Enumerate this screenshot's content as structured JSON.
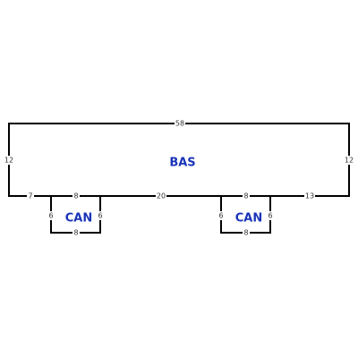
{
  "rooms": {
    "main": {
      "label": "BAS"
    },
    "left_alcove": {
      "label": "CAN"
    },
    "right_alcove": {
      "label": "CAN"
    }
  },
  "dimensions": {
    "top": "58",
    "left_side": "12",
    "right_side": "12",
    "bottom_left_end": "7",
    "left_alcove_top": "8",
    "bottom_middle": "20",
    "right_alcove_top": "8",
    "bottom_right_end": "13",
    "left_alcove_left": "6",
    "left_alcove_right": "6",
    "left_alcove_bottom": "8",
    "right_alcove_left": "6",
    "right_alcove_right": "6",
    "right_alcove_bottom": "8"
  },
  "colors": {
    "wall": "#000000",
    "label": "#1a33b8",
    "dimension_text": "#333333"
  }
}
